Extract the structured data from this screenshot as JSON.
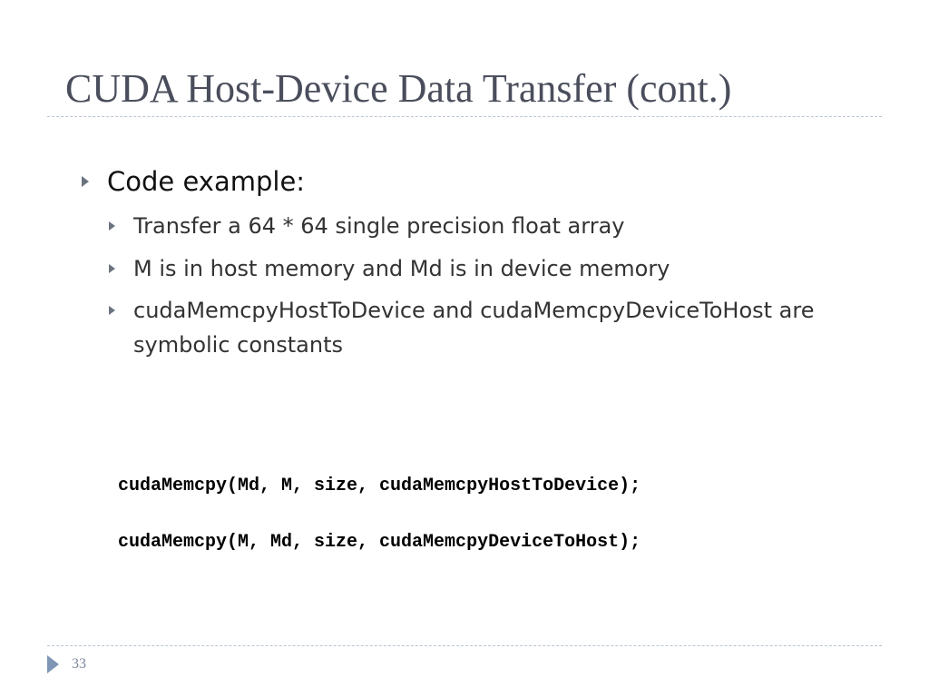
{
  "slide": {
    "title": "CUDA Host-Device Data Transfer (cont.)",
    "bullets": [
      {
        "text": "Code example:",
        "sub": [
          "Transfer a  64 * 64 single precision float array",
          "M is in host memory and Md is in device memory",
          "cudaMemcpyHostToDevice and cudaMemcpyDeviceToHost are symbolic constants"
        ]
      }
    ],
    "code_lines": [
      "cudaMemcpy(Md, M, size, cudaMemcpyHostToDevice);",
      "cudaMemcpy(M, Md, size, cudaMemcpyDeviceToHost);"
    ],
    "page_number": "33",
    "colors": {
      "title": "#4a4e5c",
      "rule": "#b9c6d2",
      "bullet_arrow": "#6b7380",
      "page_arrow": "#7f96b5"
    }
  }
}
